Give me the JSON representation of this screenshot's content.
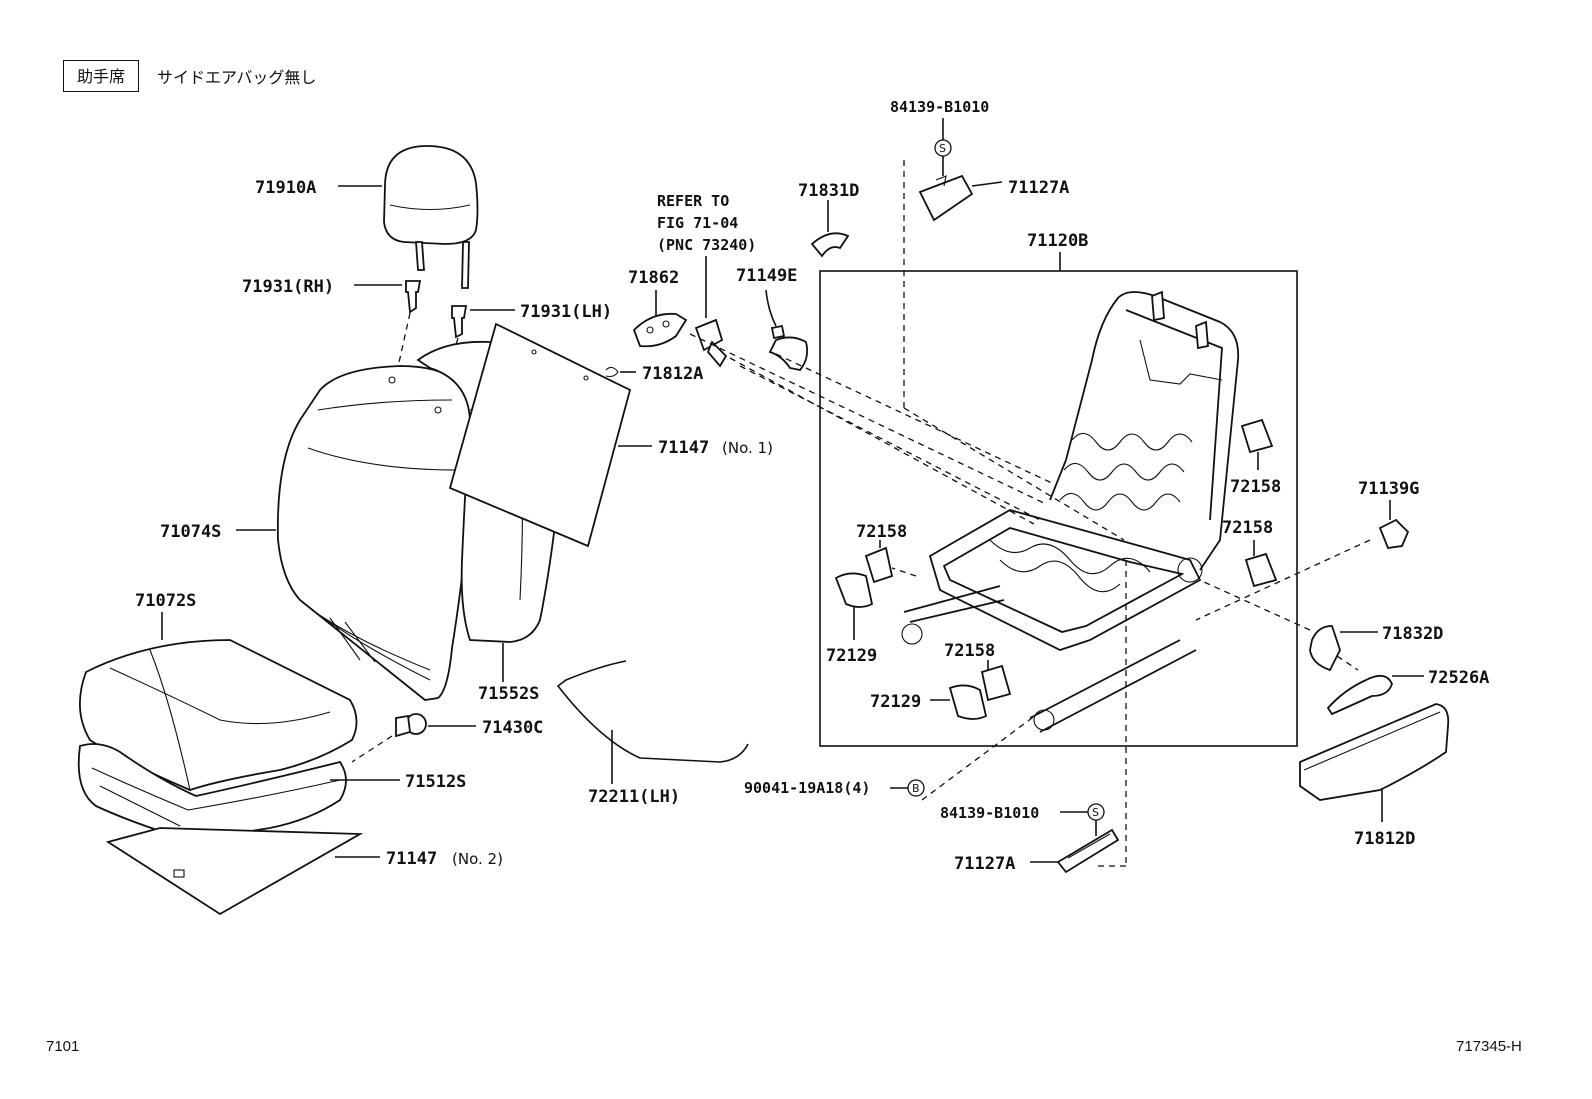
{
  "header": {
    "position_tag": "助手席",
    "note": "サイドエアバッグ無し"
  },
  "parts": {
    "p71910A": "71910A",
    "p71931RH": "71931(RH)",
    "p71931LH": "71931(LH)",
    "p71074S": "71074S",
    "p71072S": "71072S",
    "p71430C": "71430C",
    "p71512S": "71512S",
    "p71147No2": "71147",
    "p71147No2_suffix": "(No. 2)",
    "p71147No1": "71147",
    "p71147No1_suffix": "(No. 1)",
    "p71552S": "71552S",
    "p72211LH": "72211(LH)",
    "p71812A": "71812A",
    "p71862": "71862",
    "p71149E": "71149E",
    "p71831D": "71831D",
    "p84139_top": "84139-B1010",
    "p71127A_top": "71127A",
    "p71120B": "71120B",
    "p72158_a": "72158",
    "p72158_b": "72158",
    "p72158_c": "72158",
    "p72158_d": "72158",
    "p72129_a": "72129",
    "p72129_b": "72129",
    "p71139G": "71139G",
    "p71832D": "71832D",
    "p72526A": "72526A",
    "p71812D": "71812D",
    "p90041": "90041-19A18(4)",
    "p84139_bot": "84139-B1010",
    "p71127A_bot": "71127A"
  },
  "refer": {
    "line1": "REFER TO",
    "line2": "FIG 71-04",
    "line3": "(PNC 73240)"
  },
  "symbols": {
    "s_top": "S",
    "s_bot": "S",
    "b": "B"
  },
  "footer": {
    "left": "7101",
    "right": "717345-H"
  }
}
